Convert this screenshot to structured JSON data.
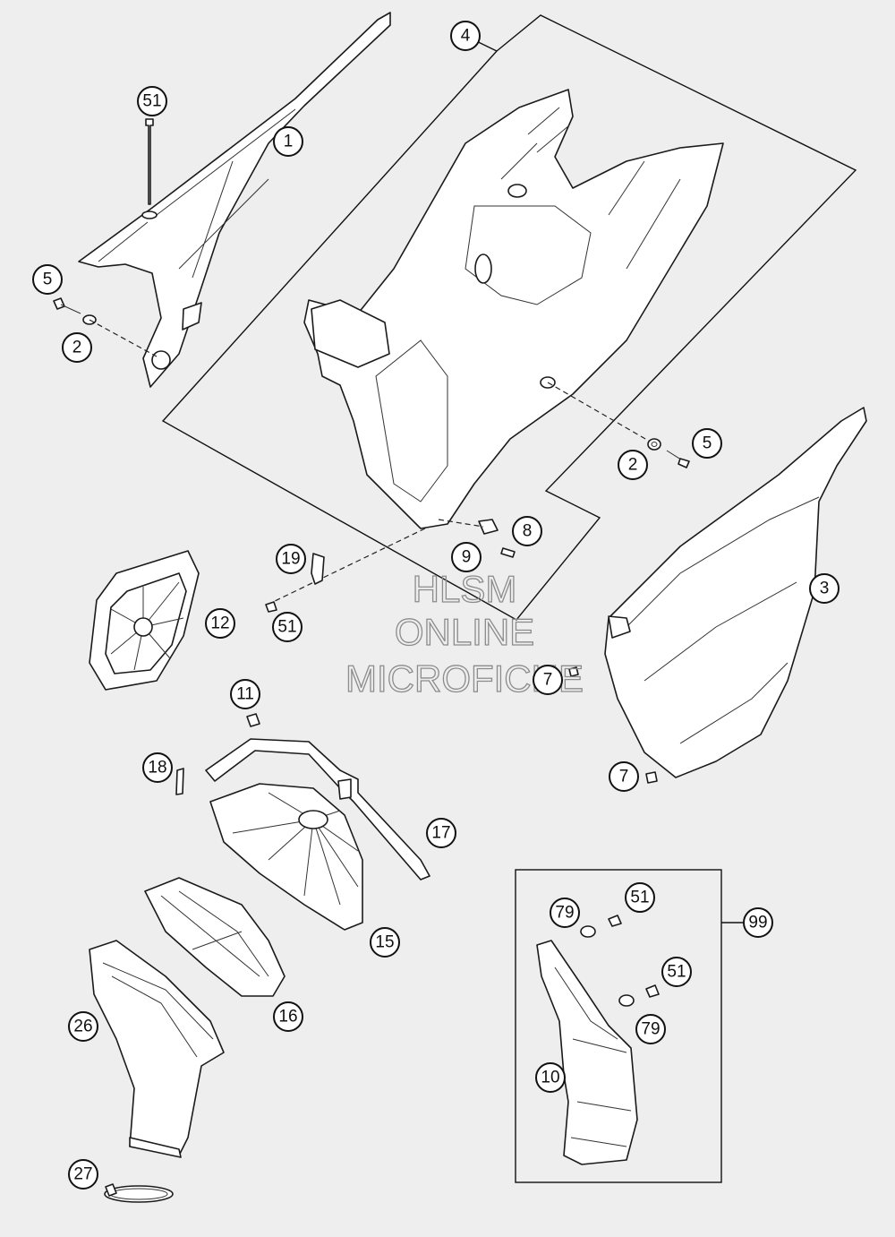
{
  "watermark": {
    "line1": "HLSM",
    "line2": "ONLINE",
    "line3": "MICROFICHE"
  },
  "colors": {
    "background": "#eeeeee",
    "line": "#111111",
    "watermark": "#8c8c8c"
  },
  "callouts": [
    {
      "id": "c-51-top",
      "label": "51"
    },
    {
      "id": "c-1",
      "label": "1"
    },
    {
      "id": "c-5-left",
      "label": "5"
    },
    {
      "id": "c-2-left",
      "label": "2"
    },
    {
      "id": "c-4",
      "label": "4"
    },
    {
      "id": "c-2-right",
      "label": "2"
    },
    {
      "id": "c-5-right",
      "label": "5"
    },
    {
      "id": "c-8",
      "label": "8"
    },
    {
      "id": "c-9",
      "label": "9"
    },
    {
      "id": "c-19",
      "label": "19"
    },
    {
      "id": "c-51-mid",
      "label": "51"
    },
    {
      "id": "c-12",
      "label": "12"
    },
    {
      "id": "c-3",
      "label": "3"
    },
    {
      "id": "c-7-upper",
      "label": "7"
    },
    {
      "id": "c-7-lower",
      "label": "7"
    },
    {
      "id": "c-11",
      "label": "11"
    },
    {
      "id": "c-18",
      "label": "18"
    },
    {
      "id": "c-17",
      "label": "17"
    },
    {
      "id": "c-15",
      "label": "15"
    },
    {
      "id": "c-16",
      "label": "16"
    },
    {
      "id": "c-26",
      "label": "26"
    },
    {
      "id": "c-27",
      "label": "27"
    },
    {
      "id": "c-79-top",
      "label": "79"
    },
    {
      "id": "c-51-kit-top",
      "label": "51"
    },
    {
      "id": "c-99",
      "label": "99"
    },
    {
      "id": "c-51-kit-bottom",
      "label": "51"
    },
    {
      "id": "c-79-bottom",
      "label": "79"
    },
    {
      "id": "c-10",
      "label": "10"
    }
  ]
}
